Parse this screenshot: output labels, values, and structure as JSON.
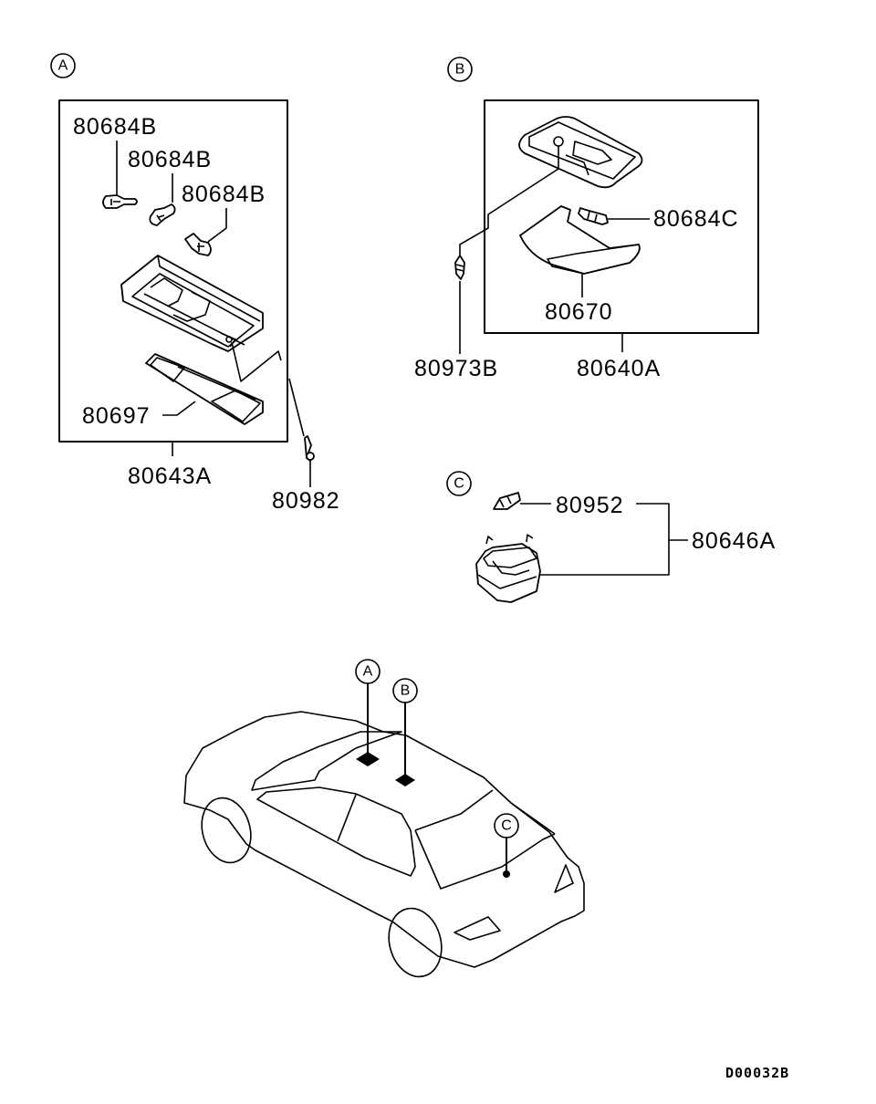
{
  "diagram": {
    "type": "exploded-parts-diagram",
    "subject": "Interior room / dome lamps",
    "drawing_code": "D00032B",
    "colors": {
      "line": "#000000",
      "background": "#ffffff"
    },
    "groups": {
      "A": {
        "marker": "A",
        "assembly": "80643A",
        "parts": [
          {
            "label": "80684B",
            "description": "bulb"
          },
          {
            "label": "80684B",
            "description": "bulb"
          },
          {
            "label": "80684B",
            "description": "bulb"
          },
          {
            "label": "80697",
            "description": "lens"
          }
        ],
        "external_parts": [
          {
            "label": "80982",
            "description": "screw"
          }
        ]
      },
      "B": {
        "marker": "B",
        "assembly": "80640A",
        "parts": [
          {
            "label": "80684C",
            "description": "bulb"
          },
          {
            "label": "80670",
            "description": "lens"
          }
        ],
        "external_parts": [
          {
            "label": "80973B",
            "description": "screw"
          }
        ]
      },
      "C": {
        "marker": "C",
        "assembly": "80646A",
        "parts": [
          {
            "label": "80952",
            "description": "bulb"
          }
        ]
      }
    },
    "vehicle_markers": [
      "A",
      "B",
      "C"
    ]
  }
}
